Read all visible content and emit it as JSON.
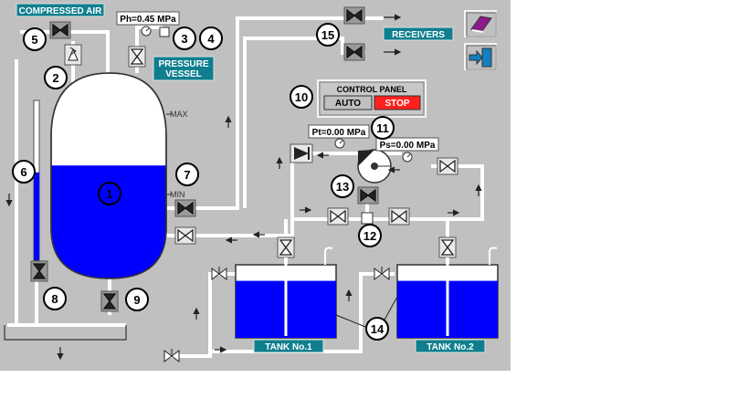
{
  "labels": {
    "compressed_air": "COMPRESSED AIR",
    "receivers": "RECEIVERS",
    "pressure_vessel": [
      "PRESSURE",
      "VESSEL"
    ],
    "max": "MAX",
    "min": "MIN",
    "tank1": "TANK No.1",
    "tank2": "TANK No.2"
  },
  "readouts": {
    "ph": "Ph=0.45 MPa",
    "pt": "Pt=0.00 MPa",
    "ps": "Ps=0.00 MPa"
  },
  "control_panel": {
    "title": "CONTROL PANEL",
    "auto": "AUTO",
    "stop": "STOP"
  },
  "markers": [
    "1",
    "2",
    "3",
    "4",
    "5",
    "6",
    "7",
    "8",
    "9",
    "10",
    "11",
    "12",
    "13",
    "14",
    "15"
  ],
  "levels": {
    "vessel_fill": 0.55,
    "tank1_fill": 0.78,
    "tank2_fill": 0.78
  },
  "colors": {
    "background": "#c0c0c0",
    "water": "#0000ff",
    "tag_bg": "#0f7f8f",
    "stop": "#ff2020",
    "pipe": "#ffffff"
  },
  "icons": [
    "book-icon",
    "exit-icon"
  ]
}
